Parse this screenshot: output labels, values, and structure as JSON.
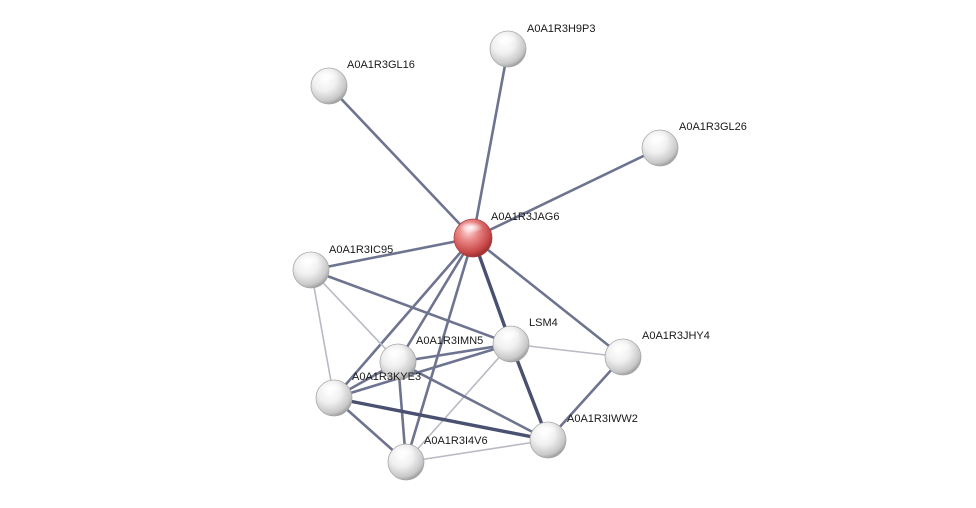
{
  "network": {
    "colors": {
      "query_node": "#e06a6a",
      "other_node": "#e8e8e8",
      "edge_strong": "#4a5070",
      "edge_medium": "#6e7490",
      "edge_weak": "#b8bac4"
    },
    "nodes": [
      {
        "id": "A0A1R3JAG6",
        "label": "A0A1R3JAG6",
        "query": true
      },
      {
        "id": "A0A1R3H9P3",
        "label": "A0A1R3H9P3",
        "query": false
      },
      {
        "id": "A0A1R3GL16",
        "label": "A0A1R3GL16",
        "query": false
      },
      {
        "id": "A0A1R3GL26",
        "label": "A0A1R3GL26",
        "query": false
      },
      {
        "id": "A0A1R3IC95",
        "label": "A0A1R3IC95",
        "query": false
      },
      {
        "id": "LSM4",
        "label": "LSM4",
        "query": false
      },
      {
        "id": "A0A1R3JHY4",
        "label": "A0A1R3JHY4",
        "query": false
      },
      {
        "id": "A0A1R3IMN5",
        "label": "A0A1R3IMN5",
        "query": false
      },
      {
        "id": "A0A1R3KYE3",
        "label": "A0A1R3KYE3",
        "query": false
      },
      {
        "id": "A0A1R3IWW2",
        "label": "A0A1R3IWW2",
        "query": false
      },
      {
        "id": "A0A1R3I4V6",
        "label": "A0A1R3I4V6",
        "query": false
      }
    ],
    "edges": [
      {
        "source": "A0A1R3JAG6",
        "target": "A0A1R3H9P3",
        "strength": "medium"
      },
      {
        "source": "A0A1R3JAG6",
        "target": "A0A1R3GL16",
        "strength": "medium"
      },
      {
        "source": "A0A1R3JAG6",
        "target": "A0A1R3GL26",
        "strength": "medium"
      },
      {
        "source": "A0A1R3JAG6",
        "target": "A0A1R3IC95",
        "strength": "medium"
      },
      {
        "source": "A0A1R3JAG6",
        "target": "LSM4",
        "strength": "strong"
      },
      {
        "source": "A0A1R3JAG6",
        "target": "A0A1R3JHY4",
        "strength": "medium"
      },
      {
        "source": "A0A1R3JAG6",
        "target": "A0A1R3IMN5",
        "strength": "medium"
      },
      {
        "source": "A0A1R3JAG6",
        "target": "A0A1R3KYE3",
        "strength": "medium"
      },
      {
        "source": "A0A1R3JAG6",
        "target": "A0A1R3I4V6",
        "strength": "medium"
      },
      {
        "source": "A0A1R3IC95",
        "target": "LSM4",
        "strength": "medium"
      },
      {
        "source": "A0A1R3IC95",
        "target": "A0A1R3IMN5",
        "strength": "weak"
      },
      {
        "source": "A0A1R3IC95",
        "target": "A0A1R3KYE3",
        "strength": "weak"
      },
      {
        "source": "LSM4",
        "target": "A0A1R3JHY4",
        "strength": "weak"
      },
      {
        "source": "LSM4",
        "target": "A0A1R3IWW2",
        "strength": "strong"
      },
      {
        "source": "LSM4",
        "target": "A0A1R3IMN5",
        "strength": "medium"
      },
      {
        "source": "LSM4",
        "target": "A0A1R3KYE3",
        "strength": "medium"
      },
      {
        "source": "LSM4",
        "target": "A0A1R3I4V6",
        "strength": "weak"
      },
      {
        "source": "A0A1R3JHY4",
        "target": "A0A1R3IWW2",
        "strength": "medium"
      },
      {
        "source": "A0A1R3IMN5",
        "target": "A0A1R3KYE3",
        "strength": "medium"
      },
      {
        "source": "A0A1R3IMN5",
        "target": "A0A1R3IWW2",
        "strength": "medium"
      },
      {
        "source": "A0A1R3IMN5",
        "target": "A0A1R3I4V6",
        "strength": "medium"
      },
      {
        "source": "A0A1R3KYE3",
        "target": "A0A1R3IWW2",
        "strength": "strong"
      },
      {
        "source": "A0A1R3KYE3",
        "target": "A0A1R3I4V6",
        "strength": "medium"
      },
      {
        "source": "A0A1R3IWW2",
        "target": "A0A1R3I4V6",
        "strength": "weak"
      }
    ]
  }
}
